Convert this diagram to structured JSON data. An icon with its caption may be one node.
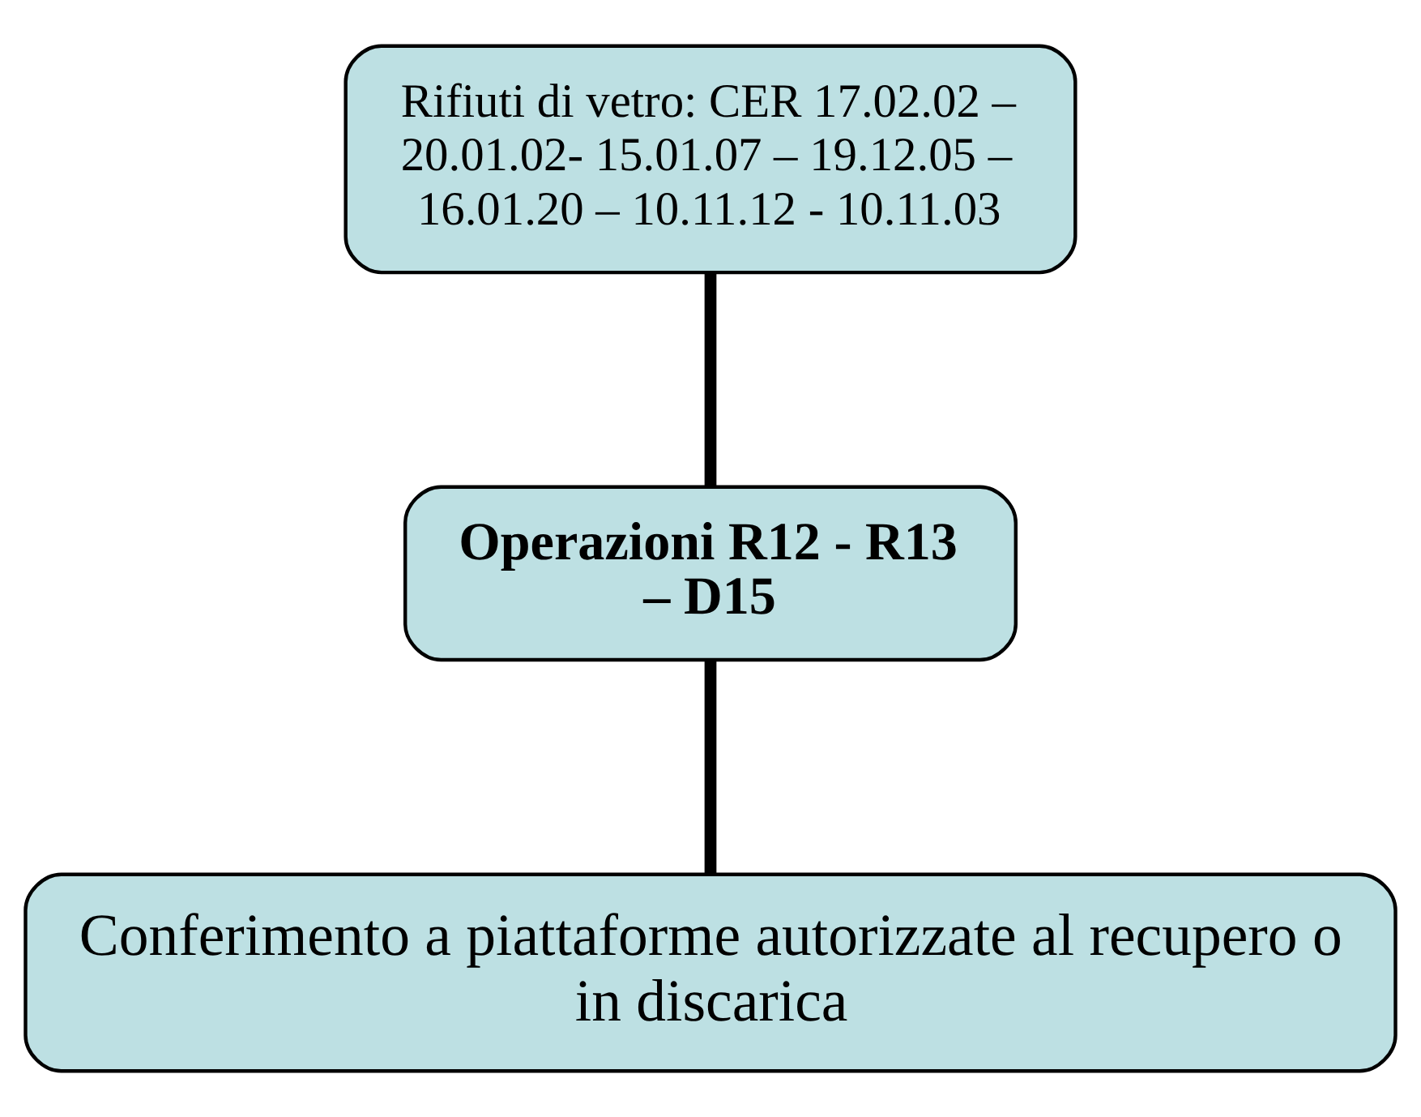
{
  "diagram": {
    "nodes": [
      {
        "text": [
          "Rifiuti di vetro: CER 17.02.02 – 20.01.02- 15.01.07 – 19.12.05 – 16.01.20 – 10.11.12 - 10.11.03"
        ]
      },
      {
        "text": [
          "Operazioni R12 - R13 – D15"
        ]
      },
      {
        "text": [
          "Conferimento a piattaforme autorizzate al recupero o in discarica"
        ]
      }
    ],
    "edges": [
      {
        "from": 0,
        "to": 1,
        "arrow": "none"
      },
      {
        "from": 1,
        "to": 2,
        "arrow": "none"
      }
    ]
  }
}
